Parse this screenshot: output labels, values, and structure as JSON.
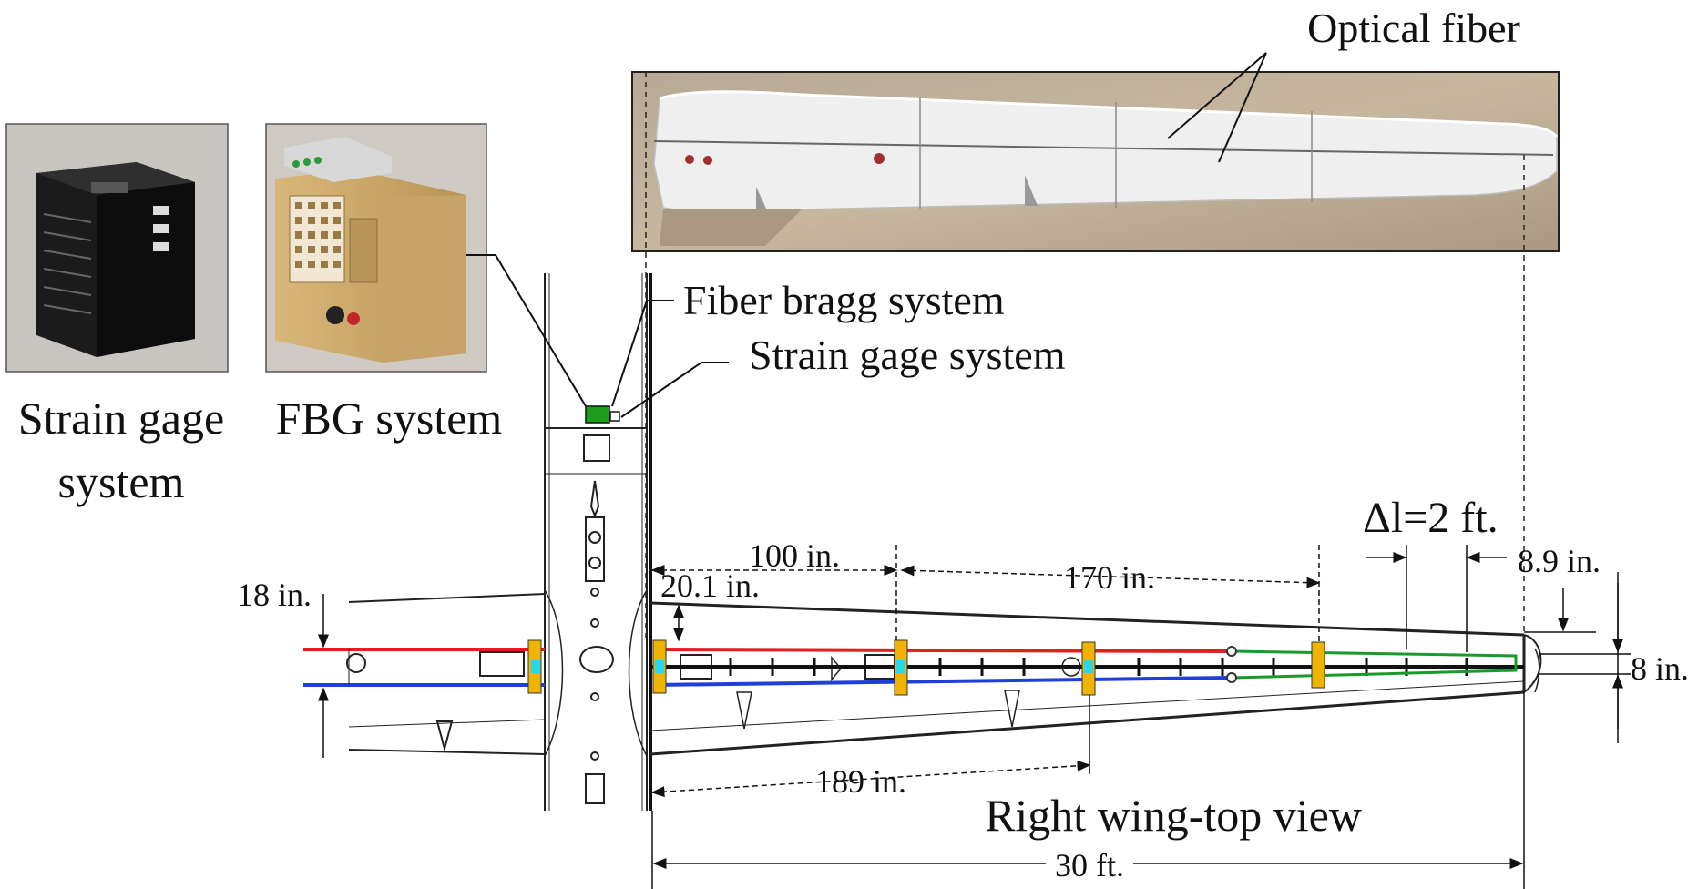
{
  "photos": {
    "strain_gage_caption_line1": "Strain gage",
    "strain_gage_caption_line2": "system",
    "fbg_caption": "FBG system"
  },
  "wing_photo": {
    "label": "Optical fiber"
  },
  "callouts": {
    "fiber_bragg": "Fiber bragg system",
    "strain_gage": "Strain gage system"
  },
  "dimensions": {
    "d_100": "100 in.",
    "d_170": "170 in.",
    "d_20_1": "20.1 in.",
    "d_18": "18 in.",
    "d_189": "189 in.",
    "d_30ft": "30 ft.",
    "d_8_9": "8.9 in.",
    "d_8": "8 in.",
    "delta_l": "Δl=2 ft."
  },
  "title": "Right wing-top view",
  "colors": {
    "red_line": "#e02020",
    "blue_line": "#1f3fd8",
    "green_line": "#1a9a2a",
    "yellow_mark": "#f0b400",
    "cyan_mark": "#27d8e8",
    "system_green": "#1c9c1c"
  }
}
